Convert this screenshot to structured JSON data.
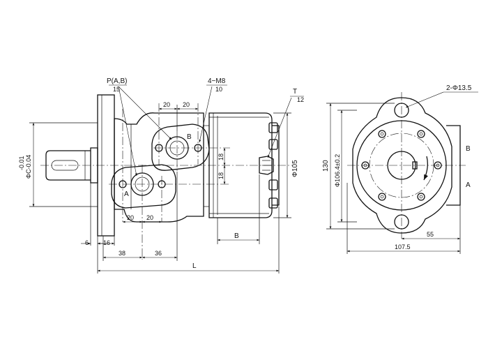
{
  "side_view": {
    "label_ports": "P(A,B)",
    "label_ports_qty": "15",
    "label_bolts": "4−M8",
    "label_bolts_qty": "10",
    "label_drain": "T",
    "label_drain_qty": "12",
    "label_port_a": "A",
    "label_port_b": "B",
    "dim_20_top_left": "20",
    "dim_20_top_right": "20",
    "dim_20_bottom_left": "20",
    "dim_20_bottom_right": "20",
    "dim_18_upper": "18",
    "dim_18_lower": "18",
    "dim_dia_105": "Φ105",
    "dim_shaft_tol_upper": "-0.01",
    "dim_shaft_tol_lower": "ΦC-0.04",
    "dim_6": "6",
    "dim_16": "16",
    "dim_38": "38",
    "dim_36": "36",
    "dim_b": "B",
    "dim_l": "L"
  },
  "front_view": {
    "label_mount_holes": "2-Φ13.5",
    "dim_130": "130",
    "dim_dia_1064": "Φ106.4±0.2",
    "dim_55": "55",
    "dim_1075": "107.5",
    "label_port_a": "A",
    "label_port_b": "B"
  }
}
